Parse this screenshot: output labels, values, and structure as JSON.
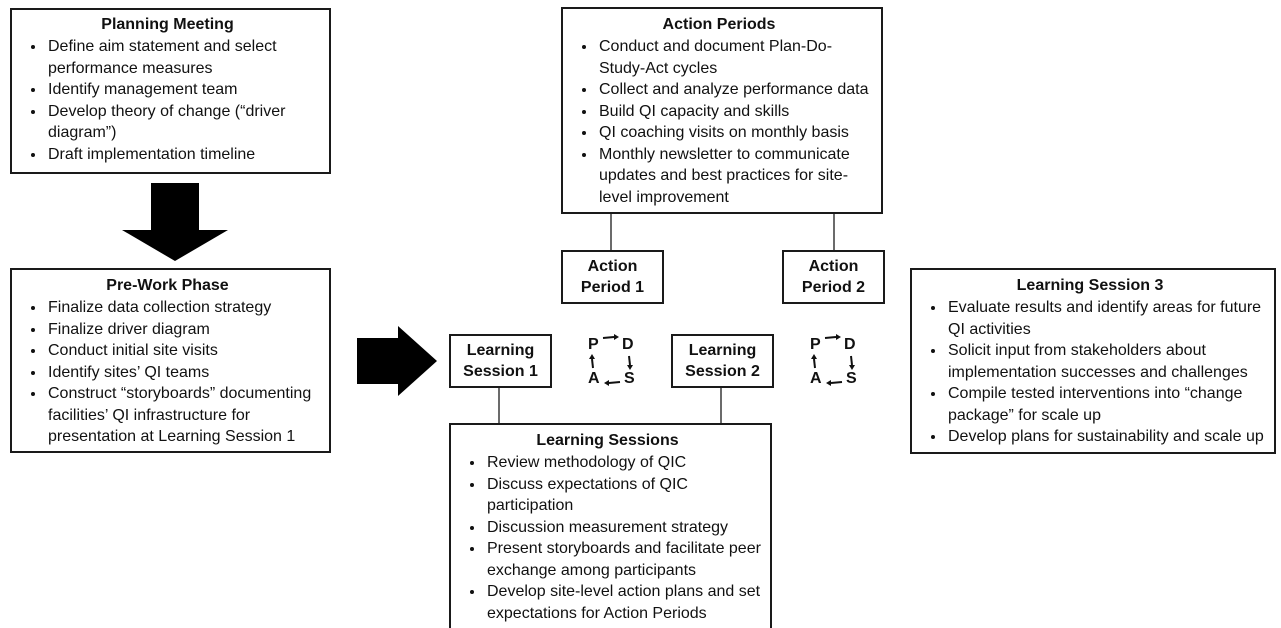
{
  "planning": {
    "title": "Planning Meeting",
    "items": [
      "Define aim statement and select performance measures",
      "Identify management team",
      "Develop theory of change (“driver diagram”)",
      "Draft implementation timeline"
    ]
  },
  "prework": {
    "title": "Pre-Work Phase",
    "items": [
      "Finalize data collection strategy",
      "Finalize driver diagram",
      "Conduct initial site visits",
      "Identify sites’ QI teams",
      "Construct “storyboards” documenting facilities’ QI infrastructure for presentation at Learning Session 1"
    ]
  },
  "action_periods": {
    "title": "Action Periods",
    "items": [
      "Conduct and document Plan-Do-Study-Act cycles",
      "Collect and analyze performance data",
      "Build QI capacity and skills",
      "QI coaching visits on monthly basis",
      "Monthly newsletter to communicate updates and best practices for site-level improvement"
    ]
  },
  "small_boxes": {
    "action_period_1": "Action\nPeriod 1",
    "action_period_2": "Action\nPeriod 2",
    "learning_session_1": "Learning\nSession 1",
    "learning_session_2": "Learning\nSession 2"
  },
  "pdsa": {
    "p": "P",
    "d": "D",
    "s": "S",
    "a": "A"
  },
  "learning_sessions": {
    "title": "Learning Sessions",
    "items": [
      "Review methodology of QIC",
      "Discuss expectations of QIC participation",
      "Discussion measurement strategy",
      "Present storyboards and facilitate peer exchange among participants",
      "Develop site-level action plans and set expectations for Action Periods"
    ]
  },
  "learning_session_3": {
    "title": "Learning Session 3",
    "items": [
      "Evaluate results and identify areas for future QI activities",
      "Solicit input from stakeholders about implementation successes and challenges",
      "Compile tested interventions into “change package” for scale up",
      "Develop plans for sustainability and scale up"
    ]
  },
  "colors": {
    "border": "#1a1a1a",
    "arrow": "#000000",
    "connector": "#6b6b6b"
  }
}
